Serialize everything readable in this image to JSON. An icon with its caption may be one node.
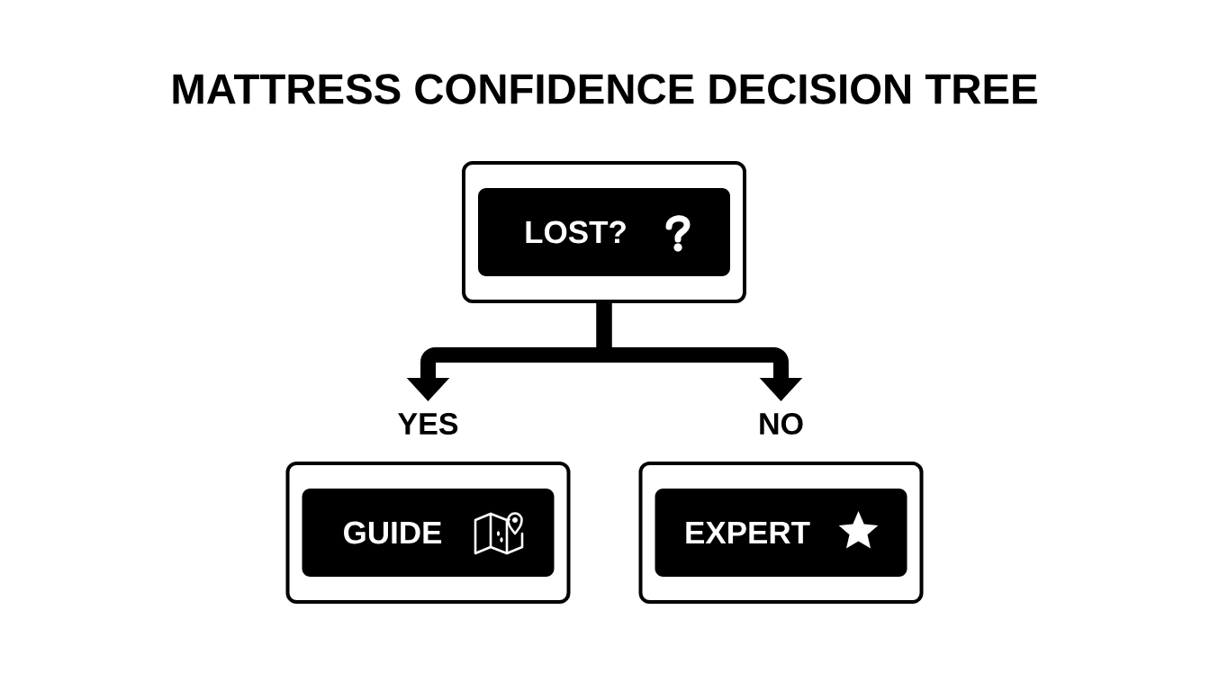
{
  "diagram": {
    "title": "MATTRESS CONFIDENCE DECISION TREE",
    "nodes": [
      {
        "text": [],
        "shape": "box"
      },
      {
        "text": [
          "LOST?"
        ],
        "in": 0
      },
      {
        "text": [],
        "shape": "box"
      },
      {
        "text": [
          "GUIDE"
        ],
        "in": 2
      },
      {
        "text": [],
        "shape": "box"
      },
      {
        "text": [
          "EXPERT"
        ],
        "in": 4
      }
    ],
    "edges": [
      {
        "from": 0,
        "to": 2,
        "arrow": "to",
        "label": "YES"
      },
      {
        "from": 0,
        "to": 4,
        "arrow": "to",
        "label": "NO"
      }
    ]
  }
}
